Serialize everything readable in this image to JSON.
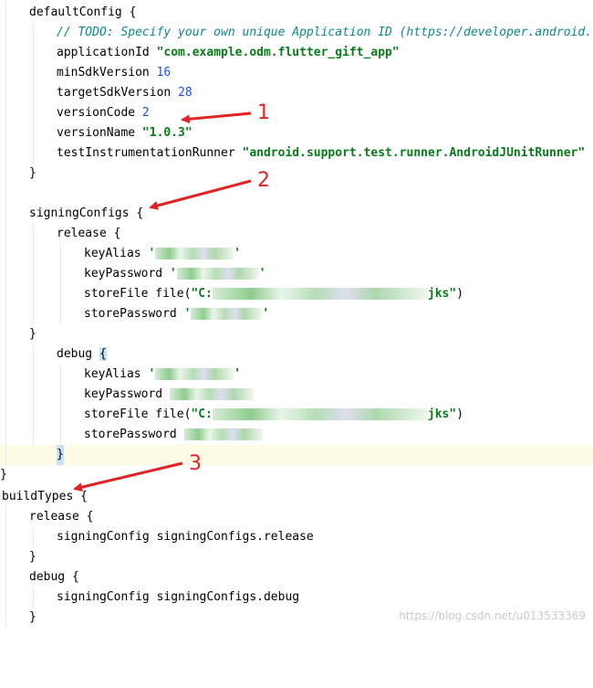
{
  "lines": {
    "l01": "defaultConfig {",
    "l02_comment": "// TODO: Specify your own unique Application ID (https://developer.android.com/",
    "l03_key": "applicationId ",
    "l03_val": "\"com.example.odm.flutter_gift_app\"",
    "l04_key": "minSdkVersion ",
    "l04_val": "16",
    "l05_key": "targetSdkVersion ",
    "l05_val": "28",
    "l06_key": "versionCode ",
    "l06_val": "2",
    "l07_key": "versionName ",
    "l07_val": "\"1.0.3\"",
    "l08_key": "testInstrumentationRunner ",
    "l08_val": "\"android.support.test.runner.AndroidJUnitRunner\"",
    "l09": "}",
    "l11": "signingConfigs {",
    "l12": "release {",
    "l13_key": "keyAlias ",
    "l13_val": "'",
    "l14_key": "keyPassword ",
    "l14_val": "'",
    "l15_key": "storeFile file(",
    "l15_val_start": "\"C:",
    "l15_val_end": "jks\"",
    "l15_close": ")",
    "l16_key": "storePassword ",
    "l16_val": "'",
    "l17": "}",
    "l18_open": "debug ",
    "l18_brace": "{",
    "l19_key": "keyAlias ",
    "l19_val": "'",
    "l20_key": "keyPassword ",
    "l21_key": "storeFile file(",
    "l21_val_start": "\"C:",
    "l21_val_end": "jks\"",
    "l21_close": ")",
    "l22_key": "storePassword ",
    "l23": "}",
    "l24": "}",
    "l25": "buildTypes {",
    "l26": "release {",
    "l27": "signingConfig signingConfigs.release",
    "l28": "}",
    "l29": "debug {",
    "l30": "signingConfig signingConfigs.debug",
    "l31": "}"
  },
  "annotations": {
    "a1": "1",
    "a2": "2",
    "a3": "3"
  },
  "watermark": "https://blog.csdn.net/u013533369",
  "colors": {
    "string": "#067d17",
    "number": "#1750eb",
    "comment": "#0a8a8a",
    "annotation": "#e02424",
    "highlight_line": "#fdfbe3",
    "brace_match": "#c6e2f7"
  }
}
